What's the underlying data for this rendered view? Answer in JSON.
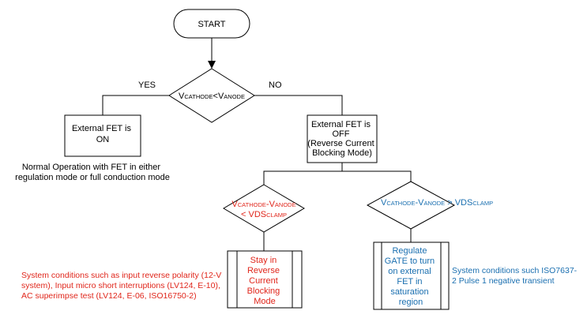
{
  "start": {
    "label": "START"
  },
  "decision_main": {
    "v": "V",
    "sub1": "CATHODE",
    "op": "<",
    "v2": "V",
    "sub2": "ANODE"
  },
  "branch_yes": "YES",
  "branch_no": "NO",
  "fet_on": {
    "line1": "External FET is",
    "line2": "ON"
  },
  "fet_off": {
    "line1": "External FET is",
    "line2": "OFF",
    "line3": "(Reverse Current",
    "line4": "Blocking Mode)"
  },
  "normal_op": {
    "line1": "Normal Operation with FET in either",
    "line2": "regulation mode or full conduction mode"
  },
  "decision_left": {
    "v": "V",
    "sub1": "CATHODE",
    "dash": "-",
    "v2": "V",
    "sub2": "ANODE",
    "lt": "< ",
    "vds": "VDS",
    "sub3": "CLAMP"
  },
  "decision_right": {
    "v": "V",
    "sub1": "CATHODE",
    "dash": "-",
    "v2": "V",
    "sub2": "ANODE",
    "gt": " > ",
    "vds": "VDS",
    "sub3": "CLAMP"
  },
  "stay_reverse": {
    "line1": "Stay in",
    "line2": "Reverse",
    "line3": "Current",
    "line4": "Blocking",
    "line5": "Mode"
  },
  "regulate_gate": {
    "line1": "Regulate",
    "line2": "GATE to turn",
    "line3": "on external",
    "line4": "FET in",
    "line5": "saturation",
    "line6": "region"
  },
  "sys_left": {
    "line1": "System conditions such as input reverse polarity (12-V",
    "line2": "system), Input micro short interruptions (LV124, E-10),",
    "line3": "AC superimpse test (LV124, E-06, ISO16750-2)"
  },
  "sys_right": {
    "line1": "System conditions such ISO7637-",
    "line2": "2 Pulse 1 negative transient"
  },
  "colors": {
    "red": "#e0261b",
    "blue": "#1a6fb0",
    "line": "#000000"
  }
}
